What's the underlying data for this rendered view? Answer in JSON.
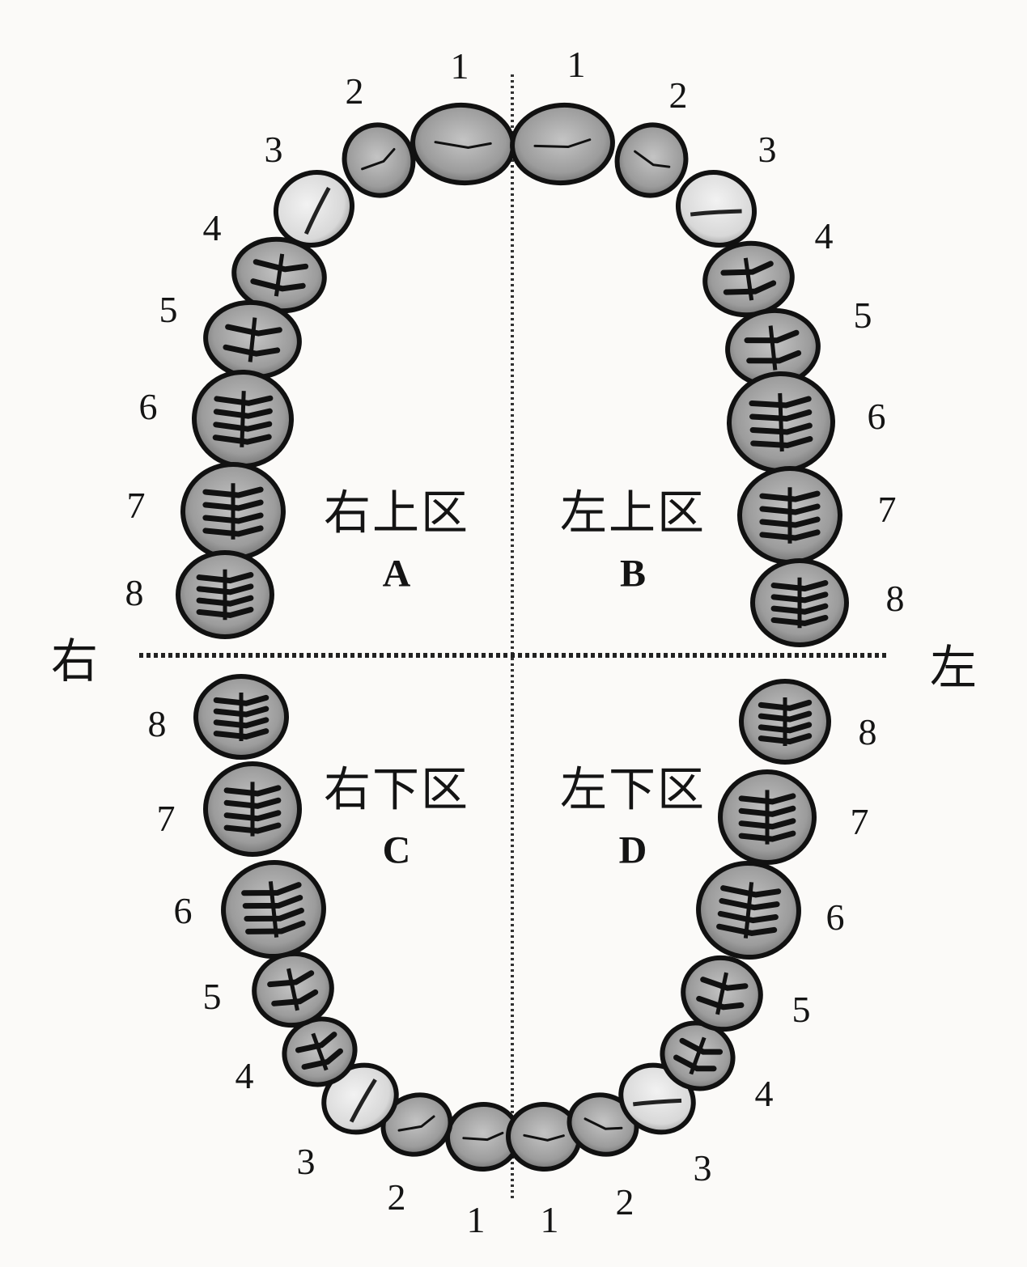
{
  "side_labels": {
    "right": "右",
    "left": "左"
  },
  "quadrants": [
    {
      "name": "右上区",
      "letter": "A"
    },
    {
      "name": "左上区",
      "letter": "B"
    },
    {
      "name": "右下区",
      "letter": "C"
    },
    {
      "name": "左下区",
      "letter": "D"
    }
  ],
  "tooth_numbers": {
    "upper_right": [
      "1",
      "2",
      "3",
      "4",
      "5",
      "6",
      "7",
      "8"
    ],
    "upper_left": [
      "1",
      "2",
      "3",
      "4",
      "5",
      "6",
      "7",
      "8"
    ],
    "lower_right": [
      "1",
      "2",
      "3",
      "4",
      "5",
      "6",
      "7",
      "8"
    ],
    "lower_left": [
      "1",
      "2",
      "3",
      "4",
      "5",
      "6",
      "7",
      "8"
    ]
  },
  "colors": {
    "tooth_fill": "#a9a9a9",
    "tooth_outline": "#111111",
    "background": "#fbfaf8"
  }
}
